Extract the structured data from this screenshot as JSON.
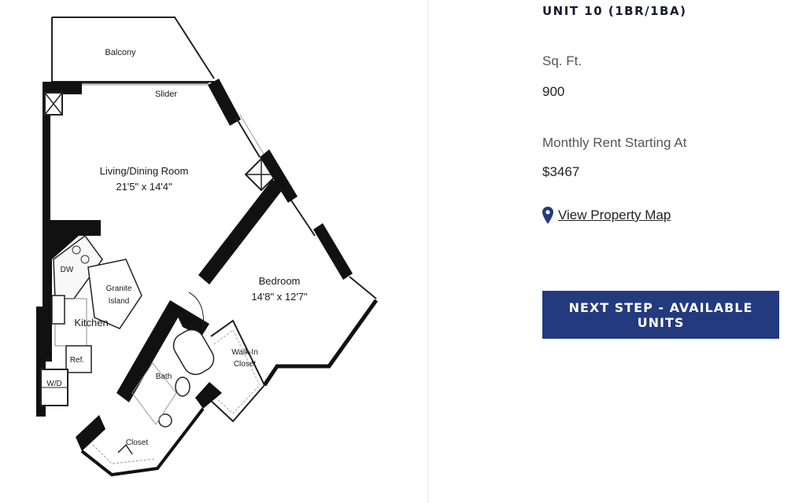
{
  "floorplan": {
    "balcony": "Balcony",
    "slider": "Slider",
    "living_name": "Living/Dining Room",
    "living_dims": "21'5\" x 14'4\"",
    "bedroom_name": "Bedroom",
    "bedroom_dims": "14'8\" x 12'7\"",
    "granite_line1": "Granite",
    "granite_line2": "Island",
    "kitchen": "Kitchen",
    "dw": "DW",
    "ref": "Ref.",
    "wd": "W/D",
    "bath": "Bath",
    "walkin_line1": "Walk-In",
    "walkin_line2": "Closet",
    "closet": "Closet"
  },
  "unit": {
    "title": "UNIT 10 (1BR/1BA)",
    "sqft_label": "Sq. Ft.",
    "sqft_value": "900",
    "rent_label": "Monthly Rent Starting At",
    "rent_value": "$3467",
    "map_link": "View Property Map"
  },
  "cta": {
    "label": "NEXT STEP - AVAILABLE UNITS"
  },
  "colors": {
    "accent": "#233a7e",
    "pin": "#233a7e"
  }
}
